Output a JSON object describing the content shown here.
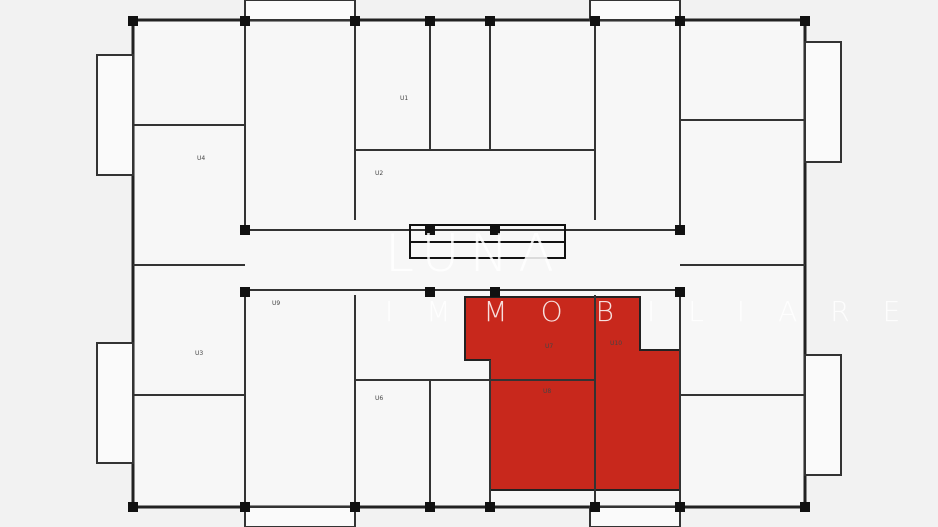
{
  "watermark": {
    "title": "LUNA",
    "subtitle": "IMMOBILIARE"
  },
  "highlighted_unit_color": "#c8281c",
  "wall_color": "#1a1a1a",
  "room_labels": [
    "U1",
    "U2",
    "U3",
    "U4",
    "U6",
    "U7",
    "U8",
    "U9",
    "U10"
  ]
}
